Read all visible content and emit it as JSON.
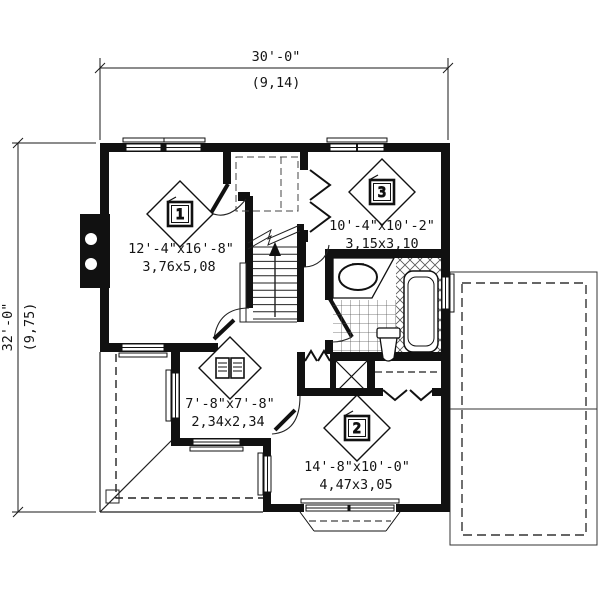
{
  "dimensions": {
    "top": {
      "imperial": "30'-0\"",
      "metric": "(9,14)"
    },
    "left": {
      "imperial": "32'-0\"",
      "metric": "(9,75)"
    }
  },
  "rooms": [
    {
      "marker": "1",
      "size_imperial": "12'-4\"x16'-8\"",
      "size_metric": "3,76x5,08"
    },
    {
      "marker": "3",
      "size_imperial": "10'-4\"x10'-2\"",
      "size_metric": "3,15x3,10"
    },
    {
      "marker": "open-book",
      "size_imperial": "7'-8\"x7'-8\"",
      "size_metric": "2,34x2,34"
    },
    {
      "marker": "2",
      "size_imperial": "14'-8\"x10'-0\"",
      "size_metric": "4,47x3,05"
    }
  ],
  "colors": {
    "wall": "#111111",
    "line": "#1a1a1a",
    "dashed": "#444444",
    "background": "#ffffff"
  }
}
